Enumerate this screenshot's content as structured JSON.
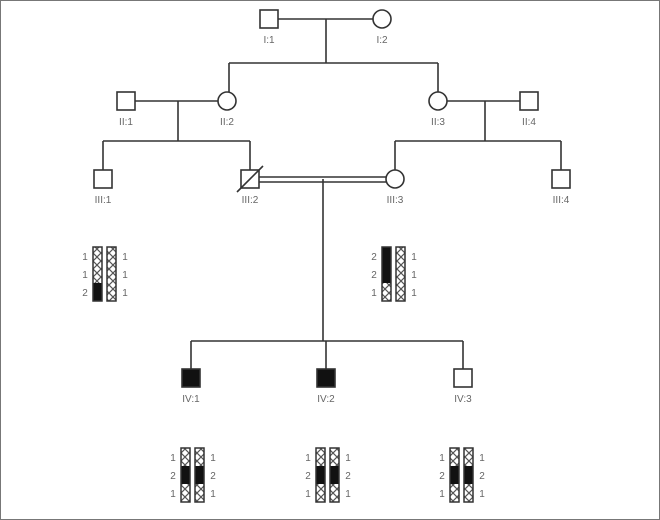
{
  "individuals": [
    {
      "id": "I:1",
      "sex": "male",
      "affected": false,
      "deceased": false
    },
    {
      "id": "I:2",
      "sex": "female",
      "affected": false,
      "deceased": false
    },
    {
      "id": "II:1",
      "sex": "male",
      "affected": false,
      "deceased": false
    },
    {
      "id": "II:2",
      "sex": "female",
      "affected": false,
      "deceased": false
    },
    {
      "id": "II:3",
      "sex": "female",
      "affected": false,
      "deceased": false
    },
    {
      "id": "II:4",
      "sex": "male",
      "affected": false,
      "deceased": false
    },
    {
      "id": "III:1",
      "sex": "male",
      "affected": false,
      "deceased": false
    },
    {
      "id": "III:2",
      "sex": "male",
      "affected": false,
      "deceased": true
    },
    {
      "id": "III:3",
      "sex": "female",
      "affected": false,
      "deceased": false
    },
    {
      "id": "III:4",
      "sex": "male",
      "affected": false,
      "deceased": false
    },
    {
      "id": "IV:1",
      "sex": "male",
      "affected": true,
      "deceased": false
    },
    {
      "id": "IV:2",
      "sex": "male",
      "affected": true,
      "deceased": false
    },
    {
      "id": "IV:3",
      "sex": "male",
      "affected": false,
      "deceased": false
    }
  ],
  "haplotypes": [
    {
      "of": "III:1",
      "left": [
        "1",
        "1",
        "2"
      ],
      "right": [
        "1",
        "1",
        "1"
      ]
    },
    {
      "of": "III:3",
      "left": [
        "2",
        "2",
        "1"
      ],
      "right": [
        "1",
        "1",
        "1"
      ]
    },
    {
      "of": "IV:1",
      "left": [
        "1",
        "2",
        "1"
      ],
      "right": [
        "1",
        "2",
        "1"
      ]
    },
    {
      "of": "IV:2",
      "left": [
        "1",
        "2",
        "1"
      ],
      "right": [
        "1",
        "2",
        "1"
      ]
    },
    {
      "of": "IV:3",
      "left": [
        "1",
        "2",
        "1"
      ],
      "right": [
        "1",
        "2",
        "1"
      ]
    }
  ],
  "disease_allele": "2",
  "colors": {
    "line": "#333333",
    "affected": "#111111",
    "label": "#666666"
  }
}
